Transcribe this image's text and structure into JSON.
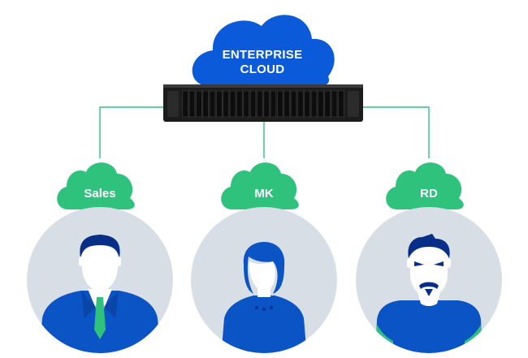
{
  "enterprise_cloud": {
    "line1": "ENTERPRISE",
    "line2": "CLOUD"
  },
  "departments": [
    {
      "label": "Sales"
    },
    {
      "label": "MK"
    },
    {
      "label": "RD"
    }
  ],
  "colors": {
    "enterprise_cloud": "#0b5ad9",
    "department_cloud": "#2fc27c",
    "connector": "#2fc27c",
    "avatar_circle": "#d8dee6",
    "person_blue": "#0b54c6",
    "person_dark": "#082f87",
    "skin": "#ffffff",
    "tie": "#2fc27c",
    "server": "#1c1c1c"
  }
}
